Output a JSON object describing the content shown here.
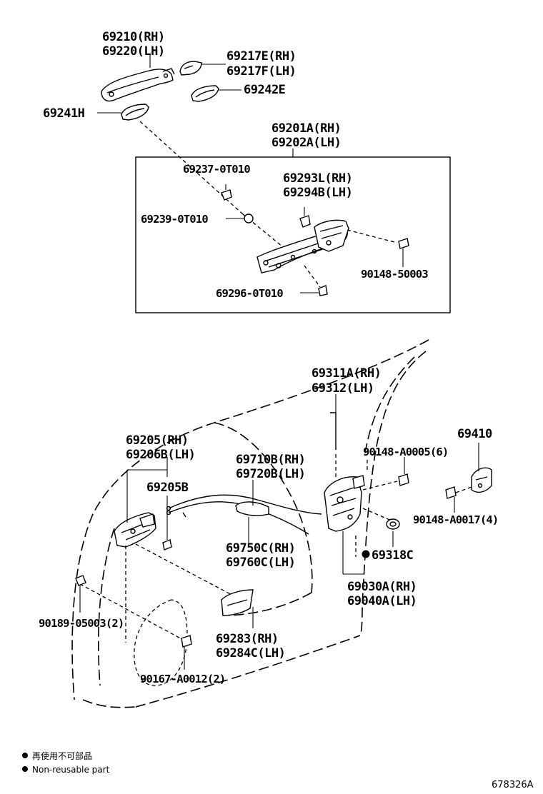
{
  "labels": {
    "p69210": "69210(RH)",
    "p69220": "69220(LH)",
    "p69217E": "69217E(RH)",
    "p69217F": "69217F(LH)",
    "p69242E": "69242E",
    "p69241H": "69241H",
    "p69201A": "69201A(RH)",
    "p69202A": "69202A(LH)",
    "p69237": "69237-0T010",
    "p69293L": "69293L(RH)",
    "p69294B": "69294B(LH)",
    "p69239": "69239-0T010",
    "p90148_50003": "90148-50003",
    "p69296": "69296-0T010",
    "p69311A": "69311A(RH)",
    "p69312": "69312(LH)",
    "p69410": "69410",
    "p69205": "69205(RH)",
    "p69206B": "69206B(LH)",
    "p90148_A0005": "90148-A0005(6)",
    "p69710B": "69710B(RH)",
    "p69720B": "69720B(LH)",
    "p69205B": "69205B",
    "p90148_A0017": "90148-A0017(4)",
    "p69750C": "69750C(RH)",
    "p69760C": "69760C(LH)",
    "p69318C": "69318C",
    "p69030A": "69030A(RH)",
    "p69040A": "69040A(LH)",
    "p90189": "90189-05003(2)",
    "p69283": "69283(RH)",
    "p69284C": "69284C(LH)",
    "p90167": "90167-A0012(2)"
  },
  "legend": {
    "line1": "再使用不可部品",
    "line2": "Non-reusable part"
  },
  "diagram_code": "678326A"
}
